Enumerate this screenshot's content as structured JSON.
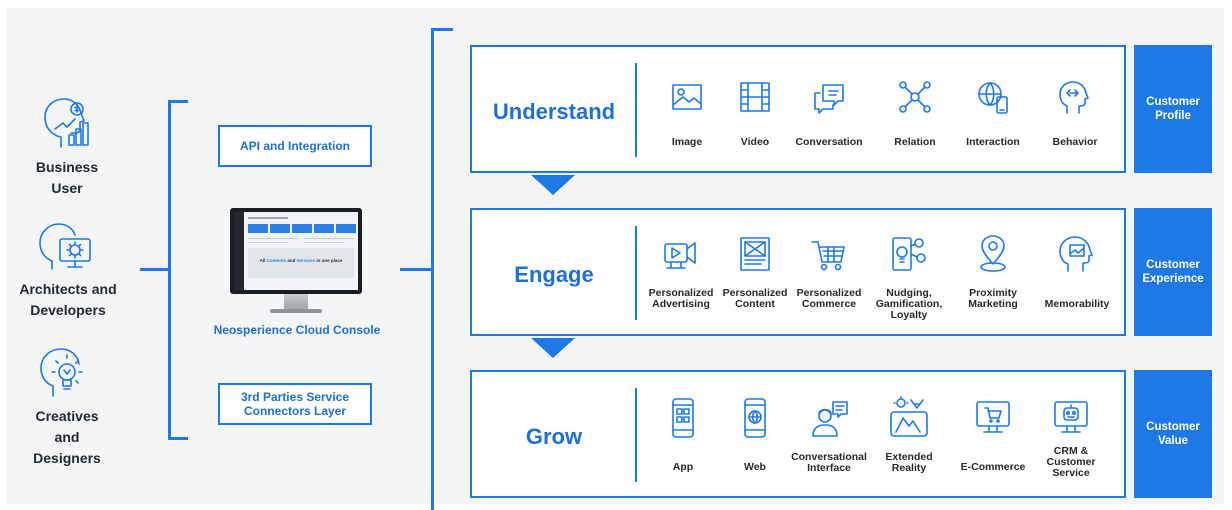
{
  "personas": [
    {
      "label": "Business User",
      "icon": "business-user-icon"
    },
    {
      "label": "Architects and Developers",
      "icon": "developer-icon"
    },
    {
      "label": "Creatives and Designers",
      "icon": "designer-icon"
    }
  ],
  "middle": {
    "api_label": "API and Integration",
    "console_label": "Neosperience Cloud Console",
    "connectors_label": "3rd Parties Service Connectors Layer",
    "screen_caption_pre": "All ",
    "screen_caption_mid1": "Contents",
    "screen_caption_and": " and ",
    "screen_caption_mid2": "Services",
    "screen_caption_post": " in one place"
  },
  "stages": [
    {
      "title": "Understand",
      "outcome": "Customer Profile",
      "items": [
        {
          "label": "Image",
          "icon": "image-icon"
        },
        {
          "label": "Video",
          "icon": "film-icon"
        },
        {
          "label": "Conversation",
          "icon": "chat-icon"
        },
        {
          "label": "Relation",
          "icon": "network-icon"
        },
        {
          "label": "Interaction",
          "icon": "globe-device-icon"
        },
        {
          "label": "Behavior",
          "icon": "head-arrows-icon"
        }
      ]
    },
    {
      "title": "Engage",
      "outcome": "Customer Experience",
      "items": [
        {
          "label": "Personalized Advertising",
          "icon": "megaphone-icon"
        },
        {
          "label": "Personalized Content",
          "icon": "content-icon"
        },
        {
          "label": "Personalized Commerce",
          "icon": "cart-icon"
        },
        {
          "label": "Nudging, Gamification, Loyalty",
          "icon": "phone-bulb-icon"
        },
        {
          "label": "Proximity Marketing",
          "icon": "location-pin-icon"
        },
        {
          "label": "Memorability",
          "icon": "head-image-icon"
        }
      ]
    },
    {
      "title": "Grow",
      "outcome": "Customer Value",
      "items": [
        {
          "label": "App",
          "icon": "mobile-app-icon"
        },
        {
          "label": "Web",
          "icon": "mobile-web-icon"
        },
        {
          "label": "Conversational Interface",
          "icon": "assistant-icon"
        },
        {
          "label": "Extended Reality",
          "icon": "ar-device-icon"
        },
        {
          "label": "E-Commerce",
          "icon": "monitor-cart-icon"
        },
        {
          "label": "CRM & Customer Service",
          "icon": "monitor-robot-icon"
        }
      ]
    }
  ],
  "colors": {
    "accent": "#1f78e8",
    "text": "#25292e",
    "background": "#f4f5f6"
  }
}
